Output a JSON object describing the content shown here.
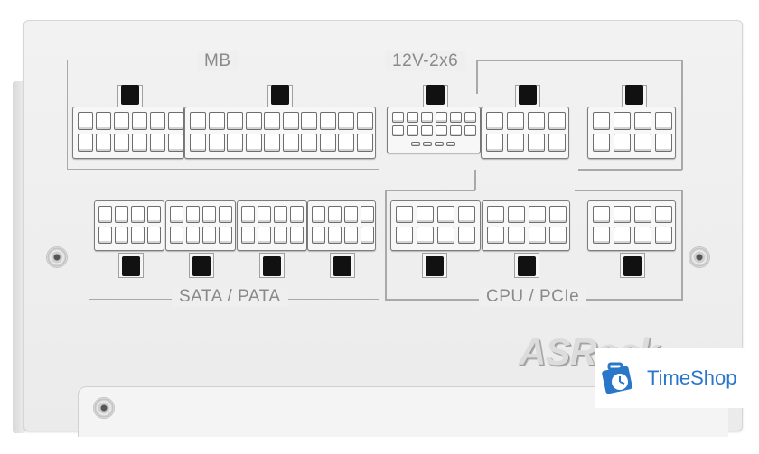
{
  "labels": {
    "mb": "MB",
    "header_12v": "12V-2x6",
    "sata_pata": "SATA / PATA",
    "cpu_pcie": "CPU / PCIe"
  },
  "brand": {
    "name": "ASRock"
  },
  "watermark": {
    "text": "TimeShop",
    "color": "#2a77c9"
  },
  "colors": {
    "plate": "#efefef",
    "latch": "#111111",
    "frame": "#a9a9a9"
  },
  "icons": [
    "screw-icon",
    "briefcase-clock-icon"
  ]
}
